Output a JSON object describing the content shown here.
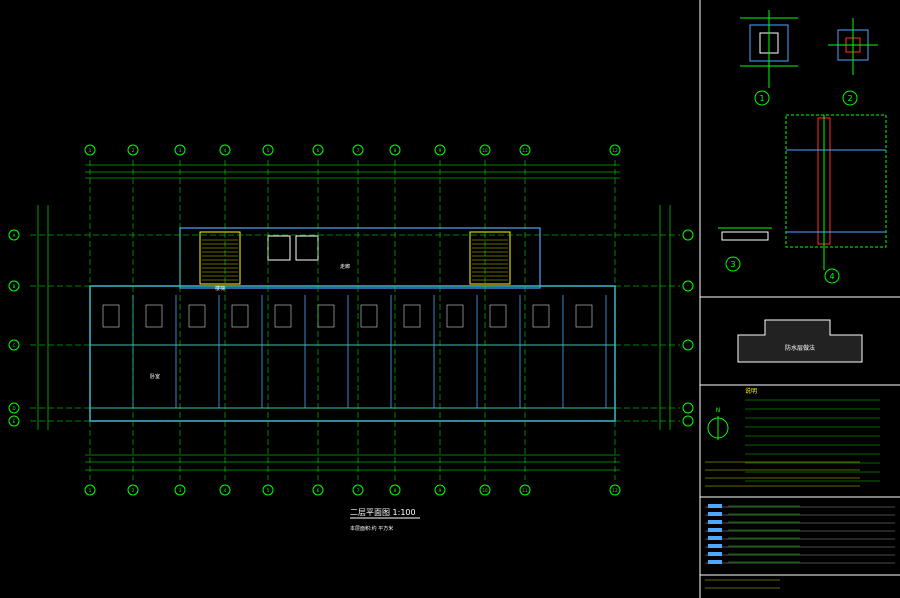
{
  "drawing": {
    "title": "二层平面图 1:100",
    "subtitle": "本层面积:约  平方米",
    "axis_labels_top": [
      "1",
      "2",
      "3",
      "4",
      "5",
      "6",
      "7",
      "8",
      "9",
      "10",
      "11",
      "12"
    ],
    "axis_labels_side": [
      "A",
      "B",
      "C",
      "D",
      "E"
    ],
    "room_label": "卧室",
    "stair_label": "楼梯",
    "corridor_label": "走廊",
    "colors": {
      "background": "#000000",
      "wall": "#4da6ff",
      "dimension": "#00ff00",
      "text": "#ffffff",
      "accent": "#ffff00",
      "frame": "#ffffff"
    }
  },
  "detail_panel": {
    "callouts": [
      "1",
      "2",
      "3",
      "4"
    ],
    "section_label": "防水层做法"
  },
  "notes_panel": {
    "heading": "说明",
    "north_label": "N"
  }
}
